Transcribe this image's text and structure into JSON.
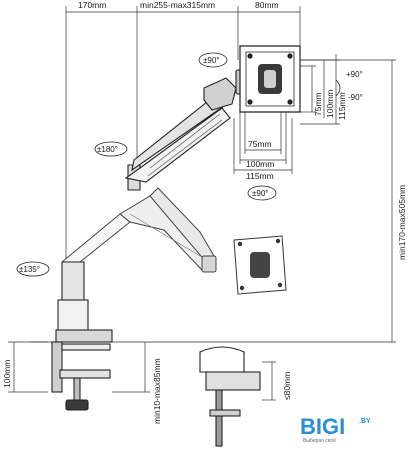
{
  "dimensions": {
    "top_left": "170mm",
    "top_reach": "min255-max315mm",
    "top_plate": "80mm",
    "vesa_75_v": "75mm",
    "vesa_100_v": "100mm",
    "vesa_115_v": "115mm",
    "vesa_75_h": "75mm",
    "vesa_100_h": "100mm",
    "vesa_115_h": "115mm",
    "right_height": "min170-max505mm",
    "clamp_height": "100mm",
    "clamp_range": "min10-max85mm",
    "grommet_range": "≤80mm"
  },
  "rotations": {
    "swivel_top": "±90°",
    "tilt_up": "+90°",
    "tilt_down": "-90°",
    "forearm": "±180°",
    "rotate_screen": "±90°",
    "base": "±135°"
  },
  "logo": {
    "brand": "BIGI",
    "suffix": ".BY",
    "tagline": "Выбирая своё"
  }
}
